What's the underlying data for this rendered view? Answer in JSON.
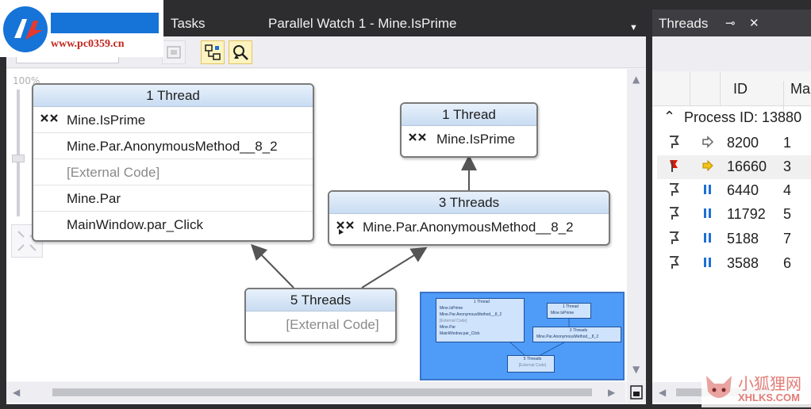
{
  "watermark_top": {
    "site": "www.pc0359.cn"
  },
  "watermark_bottom": {
    "cn": "小狐狸网",
    "en": "XHLKS.COM"
  },
  "left_panel": {
    "tabs": [
      {
        "label": "Tasks"
      },
      {
        "label": "Parallel Watch 1 - Mine.IsPrime"
      }
    ],
    "dropdown_glyph": "▼",
    "zoom": "100%",
    "nodes": [
      {
        "header": "1 Thread",
        "frames": [
          {
            "text": "Mine.IsPrime",
            "icon": "active-thread-icon",
            "external": false
          },
          {
            "text": "Mine.Par.AnonymousMethod__8_2",
            "icon": "",
            "external": false
          },
          {
            "text": "[External Code]",
            "icon": "",
            "external": true
          },
          {
            "text": "Mine.Par",
            "icon": "",
            "external": false
          },
          {
            "text": "MainWindow.par_Click",
            "icon": "",
            "external": false
          }
        ]
      },
      {
        "header": "1 Thread",
        "frames": [
          {
            "text": "Mine.IsPrime",
            "icon": "active-thread-icon",
            "external": false
          }
        ]
      },
      {
        "header": "3 Threads",
        "frames": [
          {
            "text": "Mine.Par.AnonymousMethod__8_2",
            "icon": "current-thread-icon",
            "external": false
          }
        ]
      },
      {
        "header": "5 Threads",
        "frames": [
          {
            "text": "[External Code]",
            "icon": "",
            "external": true
          }
        ]
      }
    ],
    "minimap": {
      "nodes": [
        {
          "header": "1 Thread",
          "frames": [
            "Mine.IsPrime",
            "Mine.Par.AnonymousMethod__8_2",
            "[External Code]",
            "Mine.Par",
            "MainWindow.par_Click"
          ]
        },
        {
          "header": "1 Thread",
          "frames": [
            "Mine.IsPrime"
          ]
        },
        {
          "header": "3 Threads",
          "frames": [
            "Mine.Par.AnonymousMethod__8_2"
          ]
        },
        {
          "header": "5 Threads",
          "frames": [
            "[External Code]"
          ]
        }
      ]
    },
    "colors": {
      "node_border": "#7a7a7a",
      "minimap_fill": "#4f9cf8",
      "arrow": "#555555"
    }
  },
  "right_panel": {
    "title": "Threads",
    "pin_glyph": "⊸",
    "close_glyph": "✕",
    "columns": [
      {
        "label": ""
      },
      {
        "label": ""
      },
      {
        "label": "ID"
      },
      {
        "label": "Ma"
      }
    ],
    "process_label": "Process ID: 13880",
    "rows": [
      {
        "flag": "flag-icon",
        "state": "indicator-icon",
        "id": "8200",
        "managed": "1",
        "selected": false
      },
      {
        "flag": "flag-red-icon",
        "state": "current-arrow-icon",
        "id": "16660",
        "managed": "3",
        "selected": true
      },
      {
        "flag": "flag-icon",
        "state": "pause-icon",
        "id": "6440",
        "managed": "4",
        "selected": false
      },
      {
        "flag": "flag-icon",
        "state": "pause-icon",
        "id": "11792",
        "managed": "5",
        "selected": false
      },
      {
        "flag": "flag-icon",
        "state": "pause-icon",
        "id": "5188",
        "managed": "7",
        "selected": false
      },
      {
        "flag": "flag-icon",
        "state": "pause-icon",
        "id": "3588",
        "managed": "6",
        "selected": false
      }
    ]
  }
}
